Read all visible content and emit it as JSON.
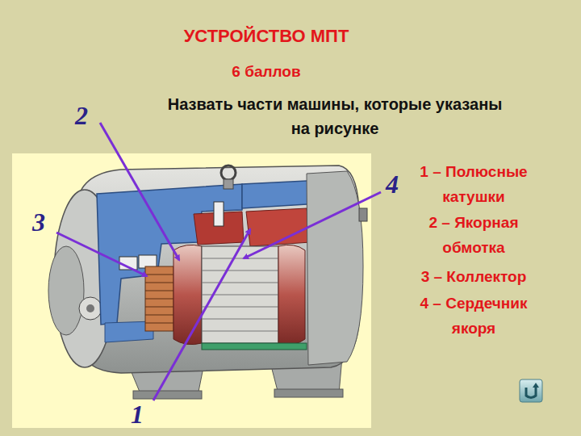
{
  "diagram": {
    "title": "УСТРОЙСТВО МПТ",
    "labels": [
      "6 баллов",
      "2",
      "Назвать части машины, которые указаны на рисунке",
      "4",
      "1 – Полюсные катушки",
      "3",
      "2 – Якорная обмотка",
      "3 – Коллектор",
      "4 – Сердечник якоря",
      "1"
    ]
  }
}
